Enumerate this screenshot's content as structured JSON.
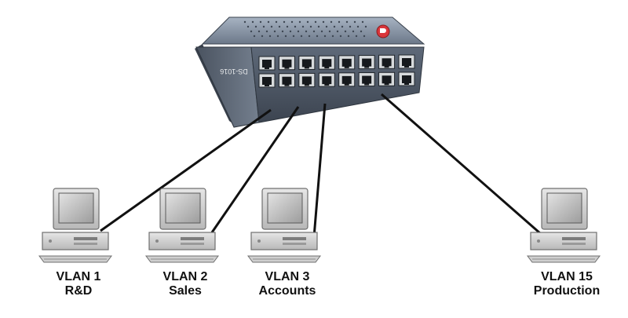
{
  "switch": {
    "brand_text": "DS-1016",
    "port_count": 16,
    "body_color": "#5b6675",
    "panel_color": "#c9ccce",
    "logo_color": "#d9353a"
  },
  "computers": [
    {
      "vlan": "VLAN 1",
      "dept": "R&D"
    },
    {
      "vlan": "VLAN 2",
      "dept": "Sales"
    },
    {
      "vlan": "VLAN 3",
      "dept": "Accounts"
    },
    {
      "vlan": "VLAN 15",
      "dept": "Production"
    }
  ],
  "colors": {
    "cable": "#111111",
    "label": "#111111"
  }
}
